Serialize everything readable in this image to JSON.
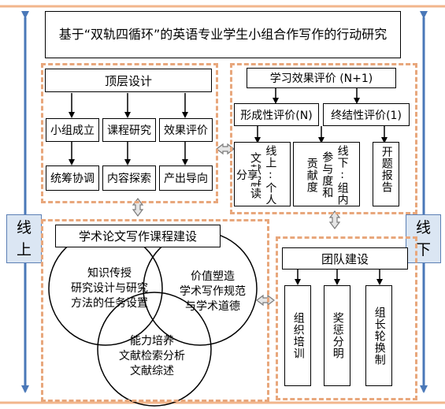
{
  "title": "基于“双轨四循环”的英语专业学生小组合作写作的行动研究",
  "side_left": "线上",
  "side_right": "线下",
  "top_design": {
    "title": "顶层设计",
    "row1": [
      "小组成立",
      "课程研究",
      "效果评价"
    ],
    "row2": [
      "统筹协调",
      "内容探索",
      "产出导向"
    ]
  },
  "learning_eval": {
    "title": "学习效果评价 (N+1)",
    "formative": "形成性评价(N)",
    "summative": "终结性评价(1)",
    "col_share": "分享",
    "col_reading": "文献解读",
    "col_online": "线上:个人",
    "col_contribution": "贡献度",
    "col_participation": "参与度和",
    "col_offline": "线下:组内",
    "col_proposal": "开题报告"
  },
  "course": {
    "title": "学术论文写作课程建设",
    "circle1": [
      "知识传授",
      "研究设计与研究",
      "方法的任务设置"
    ],
    "circle2": [
      "价值塑造",
      "学术写作规范",
      "与学术道德"
    ],
    "circle3": [
      "能力培养",
      "文献检索分析",
      "文献综述"
    ]
  },
  "team": {
    "title": "团队建设",
    "items": [
      "组织培训",
      "奖惩分明",
      "组长轮换制"
    ]
  }
}
